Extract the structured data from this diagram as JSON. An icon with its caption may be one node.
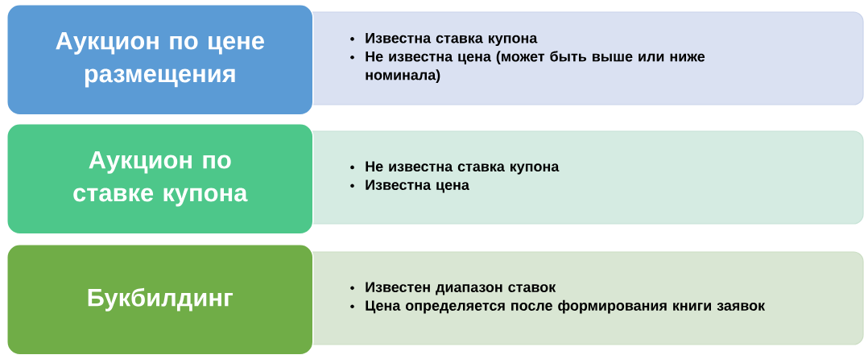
{
  "diagram": {
    "nodes": [
      {
        "text": [
          "Аукцион по цене размещения"
        ]
      },
      {
        "text": [
          "Известна ставка купона",
          "Не известна цена (может быть выше или ниже номинала)"
        ]
      },
      {
        "text": [
          "Аукцион по ставке купона"
        ]
      },
      {
        "text": [
          "Не известна ставка купона",
          "Известна цена"
        ]
      },
      {
        "text": [
          "Букбилдинг"
        ]
      },
      {
        "text": [
          "Известен диапазон ставок",
          "Цена определяется после формирования книги заявок"
        ]
      }
    ]
  }
}
